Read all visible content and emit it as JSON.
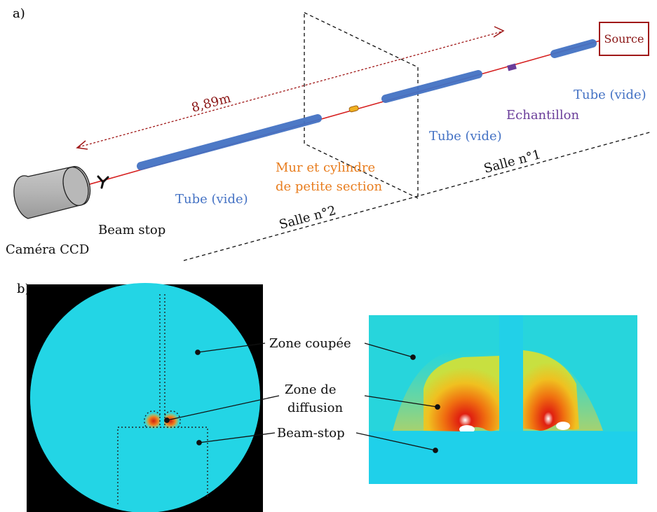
{
  "panels": {
    "a": "a)",
    "b": "b)"
  },
  "setup": {
    "distance": "8,89m",
    "source": "Source",
    "tube_right": "Tube (vide)",
    "sample": "Echantillon",
    "tube_middle": "Tube (vide)",
    "wall_line1": "Mur et cylindre",
    "wall_line2": "de petite section",
    "tube_left": "Tube (vide)",
    "room2": "Salle n°2",
    "room1": "Salle n°1",
    "beam_stop": "Beam stop",
    "camera": "Caméra CCD"
  },
  "detector": {
    "cut_zone": "Zone coupée",
    "diffusion_line1": "Zone de",
    "diffusion_line2": "diffusion",
    "beam_stop": "Beam-stop"
  },
  "colors": {
    "tube": "#4472c4",
    "beam": "#d62020",
    "source_box": "#a01818",
    "distance_arrow": "#a01818",
    "wall_label": "#e87d1e",
    "sample": "#6a3d9a",
    "detector_background": "#1fd8e8"
  }
}
